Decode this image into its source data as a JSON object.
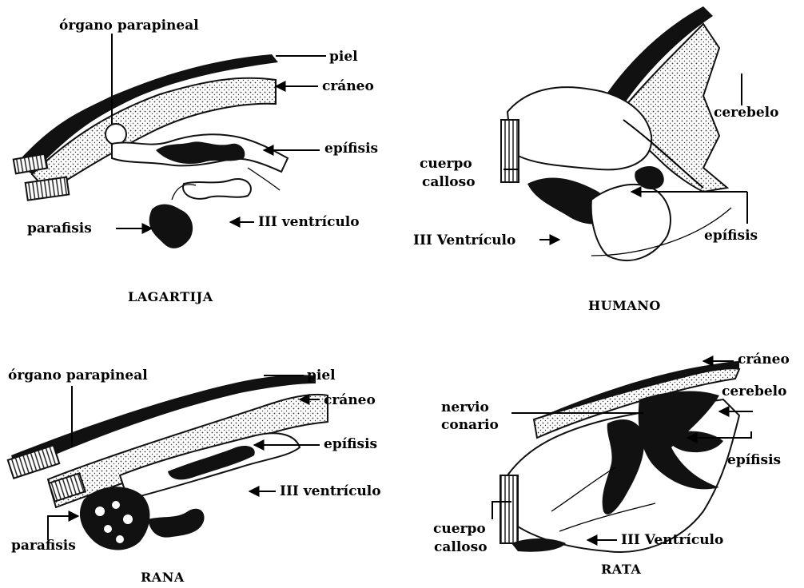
{
  "panels": {
    "lagartija": {
      "title": "LAGARTIJA",
      "labels": {
        "organo_parapineal": "órgano parapineal",
        "piel": "piel",
        "craneo": "cráneo",
        "epifisis": "epífisis",
        "parafisis": "parafisis",
        "iii_ventriculo": "III ventrículo"
      }
    },
    "humano": {
      "title": "HUMANO",
      "labels": {
        "cerebelo": "cerebelo",
        "cuerpo_calloso_1": "cuerpo",
        "cuerpo_calloso_2": "calloso",
        "iii_ventriculo": "III Ventrículo",
        "epifisis": "epífisis"
      }
    },
    "rana": {
      "title": "RANA",
      "labels": {
        "organo_parapineal": "órgano parapineal",
        "piel": "piel",
        "craneo": "cráneo",
        "epifisis": "epífisis",
        "iii_ventriculo": "III ventrículo",
        "parafisis": "parafisis"
      }
    },
    "rata": {
      "title": "RATA",
      "labels": {
        "craneo": "cráneo",
        "cerebelo": "cerebelo",
        "nervio_conario_1": "nervio",
        "nervio_conario_2": "conario",
        "epifisis": "epífisis",
        "cuerpo_calloso_1": "cuerpo",
        "cuerpo_calloso_2": "calloso",
        "iii_ventriculo": "III Ventrículo"
      }
    }
  }
}
